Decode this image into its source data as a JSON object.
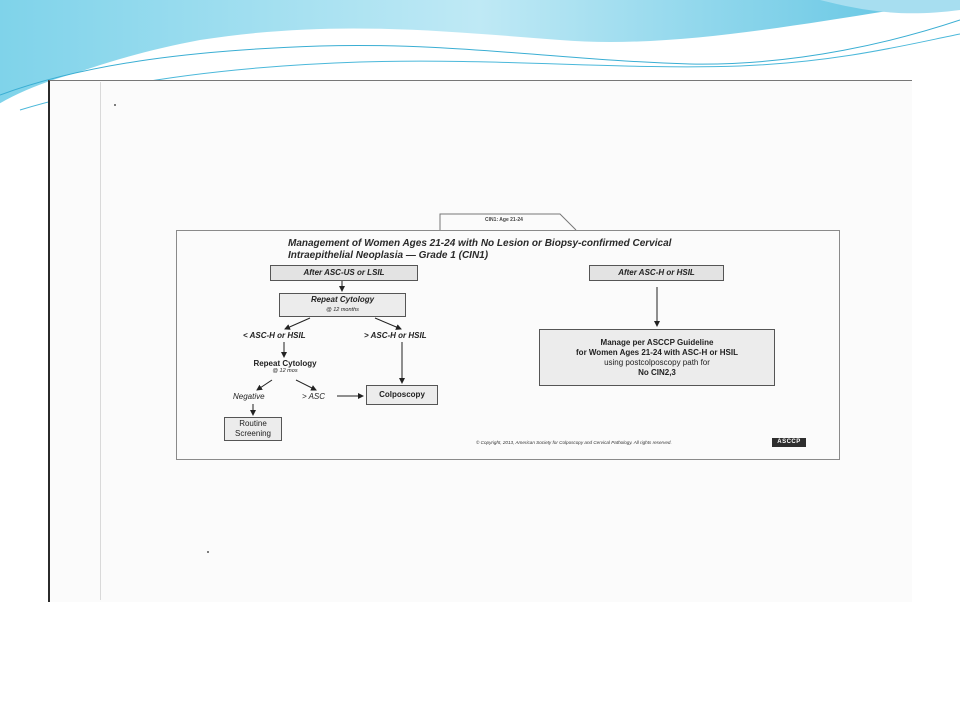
{
  "tab_label": "CIN1: Age 21-24",
  "title_line1": "Management of Women Ages 21-24 with No Lesion or Biopsy-confirmed Cervical",
  "title_line2": "Intraepithelial Neoplasia — Grade 1 (CIN1)",
  "left_branch": {
    "header": "After ASC-US or LSIL",
    "repeat_cytology": "Repeat Cytology",
    "repeat_cytology_sub": "@ 12 months",
    "lt_result": "< ASC-H or HSIL",
    "ge_result": "> ASC-H or HSIL",
    "repeat_cytology2": "Repeat Cytology",
    "repeat_cytology2_sub": "@ 12 mos",
    "negative": "Negative",
    "ge_asc": "> ASC",
    "colposcopy": "Colposcopy",
    "routine_line1": "Routine",
    "routine_line2": "Screening"
  },
  "right_branch": {
    "header": "After ASC-H or HSIL",
    "manage_line1": "Manage per ASCCP Guideline",
    "manage_line2": "for Women Ages 21-24 with ASC-H or HSIL",
    "manage_line3": "using postcolposcopy path for",
    "manage_line4": "No CIN2,3"
  },
  "copyright": "© Copyright, 2013, American Society for Colposcopy and Cervical Pathology. All rights reserved.",
  "logo_text": "ASCCP",
  "colors": {
    "header_wave_light": "#bfe9f5",
    "header_wave_mid": "#6fcbe6",
    "box_fill": "#e3e3e3"
  }
}
